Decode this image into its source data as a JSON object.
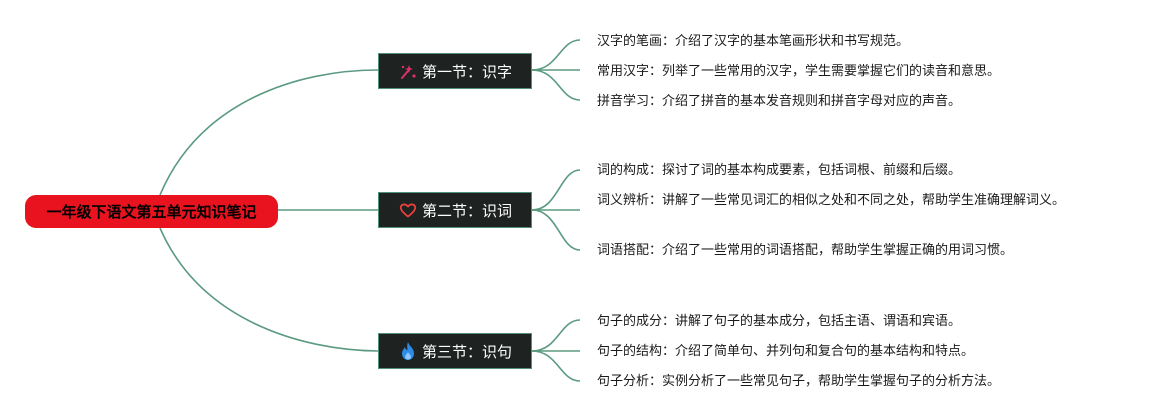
{
  "root": {
    "label": "一年级下语文第五单元知识笔记"
  },
  "colors": {
    "link": "#5b9a80",
    "root_bg": "#e8131e",
    "branch_bg": "#1e2221",
    "icon_sparkle": "#e0306a",
    "icon_heart": "#e8403a",
    "icon_flame": "#2d8ce8"
  },
  "branches": [
    {
      "label": "第一节：识字",
      "icon": "sparkle-icon",
      "leaves": [
        "汉字的笔画：介绍了汉字的基本笔画形状和书写规范。",
        "常用汉字：列举了一些常用的汉字，学生需要掌握它们的读音和意思。",
        "拼音学习：介绍了拼音的基本发音规则和拼音字母对应的声音。"
      ]
    },
    {
      "label": "第二节：识词",
      "icon": "heart-icon",
      "leaves": [
        "词的构成：探讨了词的基本构成要素，包括词根、前缀和后缀。",
        "词义辨析：讲解了一些常见词汇的相似之处和不同之处，帮助学生准确理解词义。",
        "词语搭配：介绍了一些常用的词语搭配，帮助学生掌握正确的用词习惯。"
      ]
    },
    {
      "label": "第三节：识句",
      "icon": "flame-icon",
      "leaves": [
        "句子的成分：讲解了句子的基本成分，包括主语、谓语和宾语。",
        "句子的结构：介绍了简单句、并列句和复合句的基本结构和特点。",
        "句子分析：实例分析了一些常见句子，帮助学生掌握句子的分析方法。"
      ]
    }
  ]
}
